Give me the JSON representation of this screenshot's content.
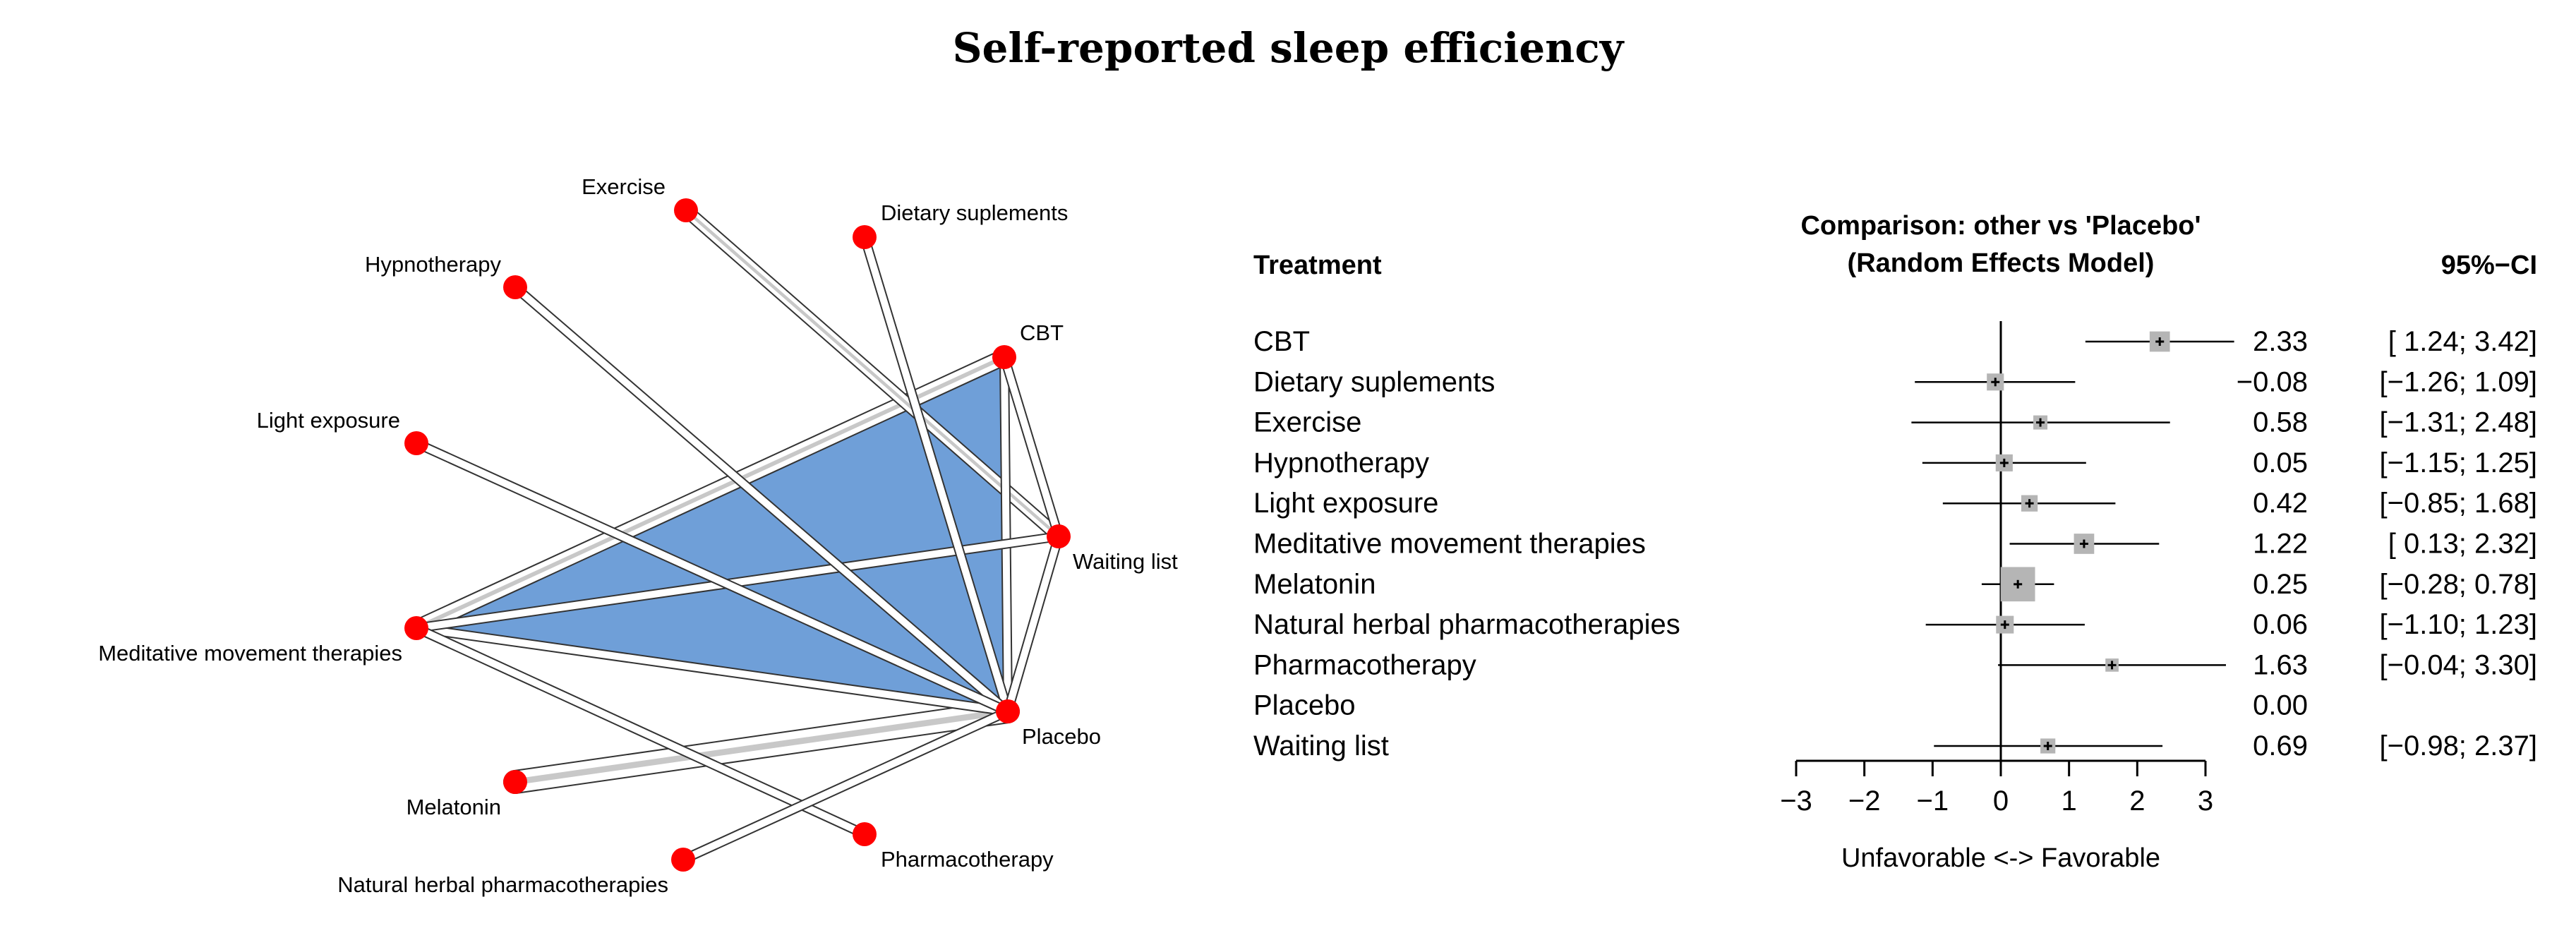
{
  "title": "Self-reported sleep efficiency",
  "chart_data": [
    {
      "type": "network",
      "nodes": [
        {
          "id": "Exercise",
          "label": "Exercise"
        },
        {
          "id": "Dietary suplements",
          "label": "Dietary suplements"
        },
        {
          "id": "Hypnotherapy",
          "label": "Hypnotherapy"
        },
        {
          "id": "CBT",
          "label": "CBT"
        },
        {
          "id": "Light exposure",
          "label": "Light exposure"
        },
        {
          "id": "Waiting list",
          "label": "Waiting list"
        },
        {
          "id": "Meditative movement therapies",
          "label": "Meditative movement therapies"
        },
        {
          "id": "Placebo",
          "label": "Placebo"
        },
        {
          "id": "Melatonin",
          "label": "Melatonin"
        },
        {
          "id": "Pharmacotherapy",
          "label": "Pharmacotherapy"
        },
        {
          "id": "Natural herbal pharmacotherapies",
          "label": "Natural herbal pharmacotherapies"
        }
      ],
      "edges": [
        {
          "from": "Melatonin",
          "to": "Placebo",
          "strength": 5
        },
        {
          "from": "Meditative movement therapies",
          "to": "CBT",
          "strength": 3
        },
        {
          "from": "Exercise",
          "to": "Waiting list",
          "strength": 2
        },
        {
          "from": "CBT",
          "to": "Placebo",
          "strength": 1
        },
        {
          "from": "Meditative movement therapies",
          "to": "Placebo",
          "strength": 1
        },
        {
          "from": "Meditative movement therapies",
          "to": "Waiting list",
          "strength": 1
        },
        {
          "from": "Meditative movement therapies",
          "to": "Pharmacotherapy",
          "strength": 1
        },
        {
          "from": "Dietary suplements",
          "to": "Placebo",
          "strength": 1
        },
        {
          "from": "Hypnotherapy",
          "to": "Placebo",
          "strength": 1
        },
        {
          "from": "Light exposure",
          "to": "Placebo",
          "strength": 1
        },
        {
          "from": "Natural herbal pharmacotherapies",
          "to": "Placebo",
          "strength": 1
        },
        {
          "from": "CBT",
          "to": "Waiting list",
          "strength": 1
        },
        {
          "from": "Waiting list",
          "to": "Placebo",
          "strength": 1
        }
      ],
      "triangle_fill_color": "#6f9fd8",
      "node_color": "#ff0000"
    },
    {
      "type": "forest",
      "header_treatment": "Treatment",
      "header_comparison_line1": "Comparison: other vs 'Placebo'",
      "header_comparison_line2": "(Random Effects Model)",
      "header_ci": "95%−CI",
      "xlabel": "Unfavorable <-> Favorable",
      "xlim": [
        -3,
        3
      ],
      "ticks": [
        -3,
        -2,
        -1,
        0,
        1,
        2,
        3
      ],
      "tick_labels": [
        "−3",
        "−2",
        "−1",
        "0",
        "1",
        "2",
        "3"
      ],
      "rows": [
        {
          "name": "CBT",
          "est": 2.33,
          "lo": 1.24,
          "hi": 3.42,
          "est_label": "2.33",
          "ci_label": "[ 1.24; 3.42]",
          "weight": 0.14
        },
        {
          "name": "Dietary suplements",
          "est": -0.08,
          "lo": -1.26,
          "hi": 1.09,
          "est_label": "−0.08",
          "ci_label": "[−1.26; 1.09]",
          "weight": 0.08
        },
        {
          "name": "Exercise",
          "est": 0.58,
          "lo": -1.31,
          "hi": 2.48,
          "est_label": "0.58",
          "ci_label": "[−1.31; 2.48]",
          "weight": 0.04
        },
        {
          "name": "Hypnotherapy",
          "est": 0.05,
          "lo": -1.15,
          "hi": 1.25,
          "est_label": "0.05",
          "ci_label": "[−1.15; 1.25]",
          "weight": 0.08
        },
        {
          "name": "Light exposure",
          "est": 0.42,
          "lo": -0.85,
          "hi": 1.68,
          "est_label": "0.42",
          "ci_label": "[−0.85; 1.68]",
          "weight": 0.07
        },
        {
          "name": "Meditative movement therapies",
          "est": 1.22,
          "lo": 0.13,
          "hi": 2.32,
          "est_label": "1.22",
          "ci_label": "[ 0.13; 2.32]",
          "weight": 0.14
        },
        {
          "name": "Melatonin",
          "est": 0.25,
          "lo": -0.28,
          "hi": 0.78,
          "est_label": "0.25",
          "ci_label": "[−0.28; 0.78]",
          "weight": 0.6
        },
        {
          "name": "Natural herbal pharmacotherapies",
          "est": 0.06,
          "lo": -1.1,
          "hi": 1.23,
          "est_label": "0.06",
          "ci_label": "[−1.10; 1.23]",
          "weight": 0.09
        },
        {
          "name": "Pharmacotherapy",
          "est": 1.63,
          "lo": -0.04,
          "hi": 3.3,
          "est_label": "1.63",
          "ci_label": "[−0.04; 3.30]",
          "weight": 0.03
        },
        {
          "name": "Placebo",
          "est": null,
          "lo": null,
          "hi": null,
          "est_label": "0.00",
          "ci_label": "",
          "weight": 0
        },
        {
          "name": "Waiting list",
          "est": 0.69,
          "lo": -0.98,
          "hi": 2.37,
          "est_label": "0.69",
          "ci_label": "[−0.98; 2.37]",
          "weight": 0.05
        }
      ]
    }
  ]
}
